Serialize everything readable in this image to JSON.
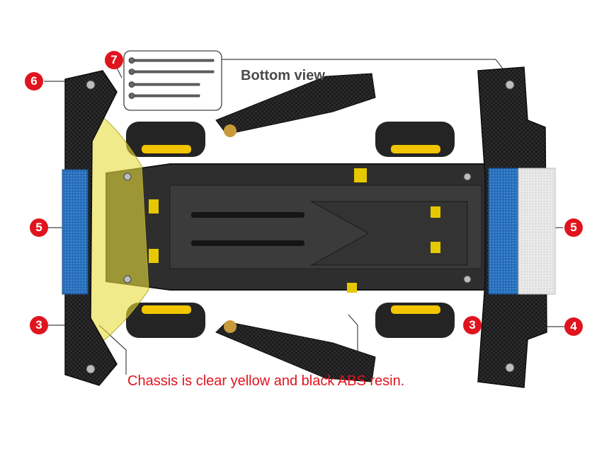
{
  "labels": {
    "bottom_view": "Bottom view",
    "caption": "Chassis is clear yellow and black ABS resin."
  },
  "callouts": [
    "6",
    "7",
    "5",
    "3",
    "5",
    "3",
    "4"
  ],
  "colors": {
    "callout": "#e0141e",
    "caption": "#e0141e",
    "chassis_black": "#2b2b2b",
    "chassis_yellow": "#e8dc3c",
    "carbon_plate": "#1a1a1a",
    "bumper_tape": "#2a72c0",
    "sponge_white": "#e9e9e9",
    "wheel_hub": "#f2c500",
    "tire": "#222222"
  }
}
